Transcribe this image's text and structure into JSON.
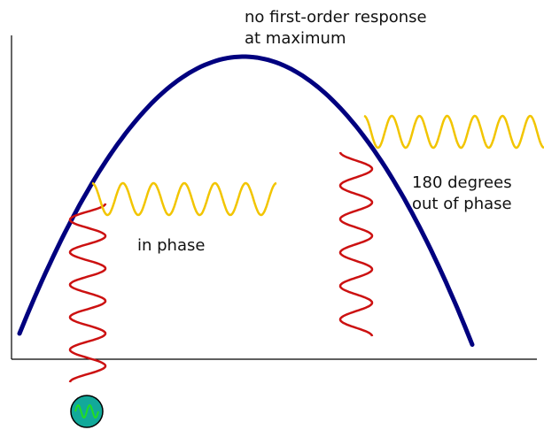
{
  "labels": {
    "maximum": [
      "no first-order response",
      "at maximum"
    ],
    "in_phase": "in phase",
    "out_phase": [
      "180 degrees",
      "out of phase"
    ]
  },
  "colors": {
    "curve": "#00007f",
    "response_wave": "#f2c500",
    "drive_wave": "#cc1111",
    "axis": "#000000",
    "source_fill": "#12a99a",
    "source_wave": "#22dd22"
  },
  "icons": {
    "source": "ac-source-icon"
  }
}
